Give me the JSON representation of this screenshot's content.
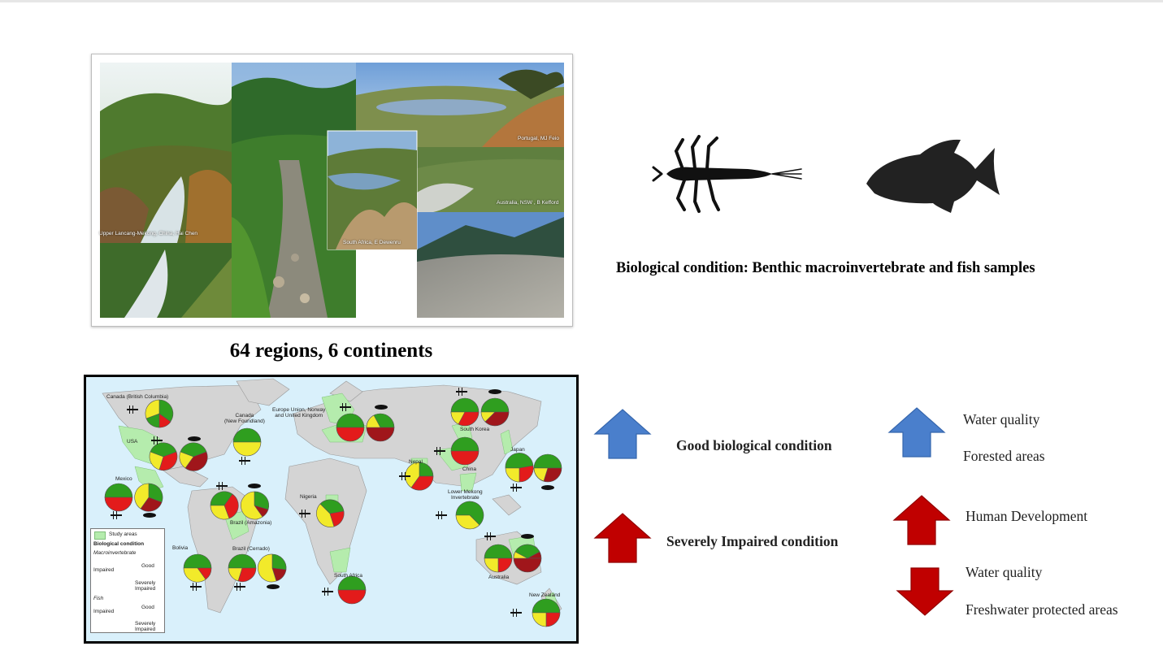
{
  "collage": {
    "captions": {
      "china": "Upper Lancang-Mekong, China, Hai Chen",
      "portugal": "Portugal, MJ Feio",
      "australia": "Australia, NSW , B Kefford",
      "south_africa": "South Africa, E Dewenru"
    }
  },
  "regions_caption": "64 regions, 6 continents",
  "map": {
    "labels": {
      "canada_bc": "Canada (British Columbia)",
      "canada_nf": "Canada\n(New Foundland)",
      "usa": "USA",
      "mexico": "Mexico",
      "europe": "Europe Union, Norway\nand United Kingdom",
      "south_korea": "South Korea",
      "japan": "Japan",
      "china": "China",
      "nepal": "Nepal",
      "lower_mekong": "Lower Mekong\nInvertebrate",
      "nigeria": "Nigeria",
      "brazil_amazonia": "Brazil (Amazonia)",
      "brazil_cerrado": "Brazil (Cerrado)",
      "bolivia": "Bolivia",
      "south_africa": "South Africa",
      "australia": "Australia",
      "new_zealand": "New Zealand"
    },
    "legend": {
      "study_areas": "Study areas",
      "title": "Biological condition",
      "macro": "Macroinvertebrate",
      "fish": "Fish",
      "impaired": "Impaired",
      "good": "Good",
      "severely": "Severely\nImpaired"
    }
  },
  "bio_caption": "Biological condition:  Benthic macroinvertebrate and fish samples",
  "good_condition": "Good biological condition",
  "severe_condition": "Severely Impaired condition",
  "drivers": {
    "water_quality_up": "Water quality",
    "forested": "Forested areas",
    "human_dev": "Human Development",
    "water_quality_down": "Water quality",
    "protected": "Freshwater protected areas"
  },
  "colors": {
    "good": "#2f9e1f",
    "impaired": "#f2ea2a",
    "severe": "#e31b1b",
    "dark_red": "#a0161b",
    "arrow_blue": "#4a7fcc",
    "arrow_red": "#c00000",
    "land": "#d4d4d4",
    "study_land": "#b5ecad",
    "water": "#d9f0fb"
  }
}
